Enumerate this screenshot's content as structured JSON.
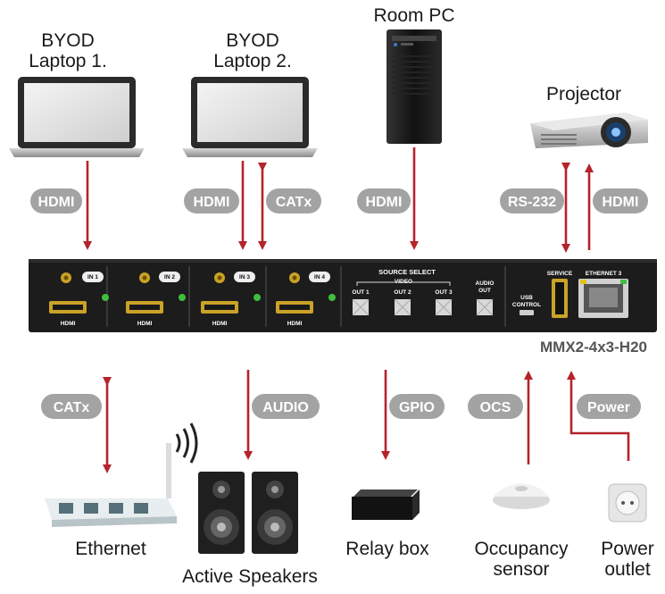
{
  "devices": {
    "byod1": "BYOD",
    "byod1b": "Laptop 1.",
    "byod2": "BYOD",
    "byod2b": "Laptop 2.",
    "room_pc": "Room PC",
    "projector": "Projector",
    "ethernet": "Ethernet",
    "speakers": "Active Speakers",
    "relay": "Relay box",
    "occupancy": "Occupancy",
    "occupancy2": "sensor",
    "power": "Power",
    "power2": "outlet"
  },
  "links": {
    "hdmi1": "HDMI",
    "hdmi2": "HDMI",
    "catx2": "CATx",
    "hdmi_pc": "HDMI",
    "rs232": "RS-232",
    "hdmi_proj": "HDMI",
    "catx_eth": "CATx",
    "audio": "AUDIO",
    "gpio": "GPIO",
    "ocs": "OCS",
    "power": "Power"
  },
  "panel": {
    "model": "MMX2-4x3-H20",
    "in1": "IN 1",
    "in2": "IN 2",
    "in3": "IN 3",
    "in4": "IN 4",
    "hdmi": "HDMI",
    "source_select": "SOURCE SELECT",
    "video": "VIDEO",
    "out1": "OUT 1",
    "out2": "OUT 2",
    "out3": "OUT 3",
    "audio_out": "AUDIO",
    "audio_out2": "OUT",
    "usb": "USB",
    "usb2": "CONTROL",
    "service": "SERVICE",
    "ethernet3": "ETHERNET 3"
  },
  "colors": {
    "arrow": "#b5232b",
    "pill": "#a3a3a3",
    "panel": "#1c1c1c"
  }
}
